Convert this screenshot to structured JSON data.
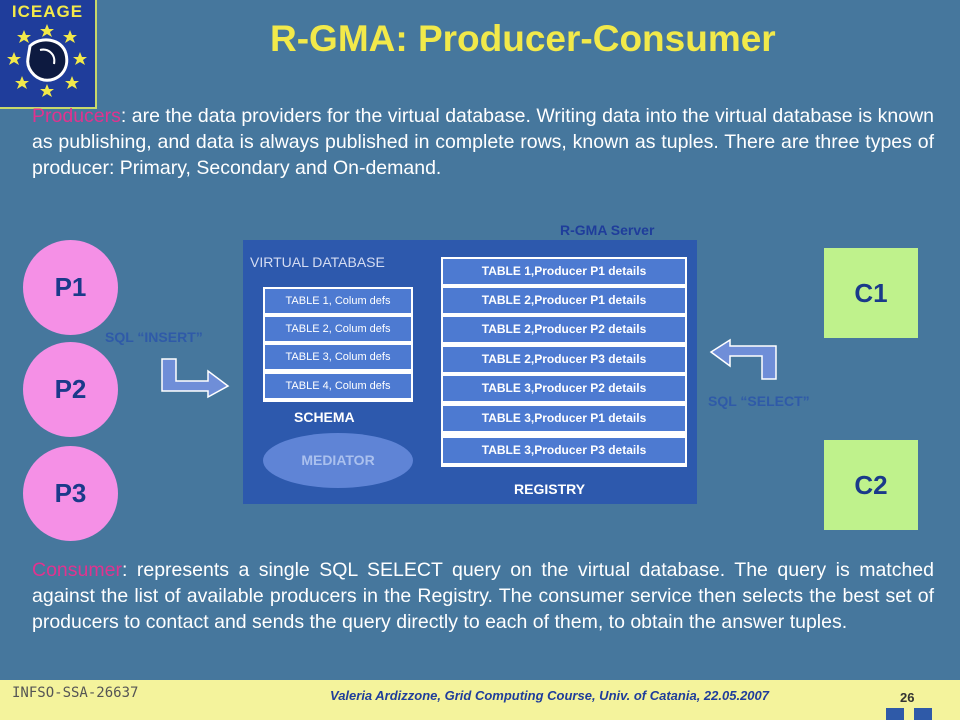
{
  "logo": {
    "text": "ICEAGE"
  },
  "title": "R-GMA: Producer-Consumer",
  "producers_paragraph": {
    "keyword": "Producers",
    "text": ": are the data providers for the virtual database. Writing data into the virtual database is known as publishing, and data is always published in complete rows, known as tuples. There are three types of producer: Primary, Secondary and On-demand."
  },
  "diagram": {
    "server_label": "R-GMA Server",
    "virtual_db_label": "VIRTUAL DATABASE",
    "schema_rows": [
      "TABLE 1, Colum defs",
      "TABLE 2, Colum defs",
      "TABLE 3, Colum defs",
      "TABLE 4, Colum defs"
    ],
    "schema_label": "SCHEMA",
    "mediator_label": "MEDIATOR",
    "registry_rows": [
      "TABLE 1,Producer P1 details",
      "TABLE 2,Producer P1 details",
      "TABLE 2,Producer P2 details",
      "TABLE 2,Producer P3 details",
      "TABLE 3,Producer P2 details",
      "TABLE 3,Producer P1 details",
      "TABLE 3,Producer P3 details"
    ],
    "registry_label": "REGISTRY",
    "producers": [
      "P1",
      "P2",
      "P3"
    ],
    "consumers": [
      "C1",
      "C2"
    ],
    "sql_insert": "SQL “INSERT”",
    "sql_select": "SQL “SELECT”"
  },
  "consumer_paragraph": {
    "keyword": "Consumer",
    "text": ": represents a single SQL SELECT query on the virtual database. The query is matched against the list of available producers in the Registry. The consumer service then selects the best set of producers to contact and sends the query directly to each of them, to obtain the answer tuples."
  },
  "footer": {
    "left": "INFSO-SSA-26637",
    "center": "Valeria Ardizzone, Grid Computing Course, Univ. of Catania, 22.05.2007",
    "page": "26"
  },
  "colors": {
    "background": "#46779d",
    "title": "#f2e94a",
    "keyword": "#e0338f",
    "server": "#2d59ad",
    "producer": "#f590e6",
    "consumer": "#bff28c"
  }
}
